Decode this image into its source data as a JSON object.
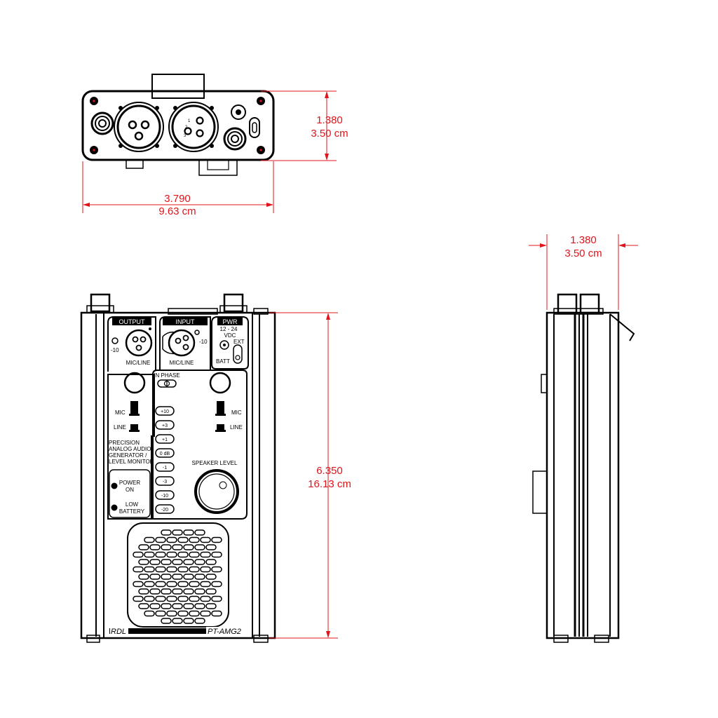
{
  "dimensions": {
    "front_height_in": "1.380",
    "front_height_cm": "3.50 cm",
    "front_width_in": "3.790",
    "front_width_cm": "9.63 cm",
    "side_depth_in": "1.380",
    "side_depth_cm": "3.50 cm",
    "top_height_in": "6.350",
    "top_height_cm": "16.13 cm"
  },
  "panel": {
    "output_label": "OUTPUT",
    "input_label": "INPUT",
    "pwr_label": "PWR",
    "output_minus10": "-10",
    "input_minus10": "-10",
    "output_micline": "MIC/LINE",
    "input_micline": "MIC/LINE",
    "pwr_voltage": "12 - 24",
    "pwr_vdc": "VDC",
    "pwr_ext": "EXT",
    "pwr_batt": "BATT",
    "in_phase": "IN PHASE",
    "mic_left": "MIC",
    "line_left": "LINE",
    "mic_right": "MIC",
    "line_right": "LINE",
    "description": [
      "PRECISION",
      "ANALOG AUDIO",
      "GENERATOR /",
      "LEVEL MONITOR"
    ],
    "power_on": [
      "POWER",
      "ON"
    ],
    "low_battery": [
      "LOW",
      "BATTERY"
    ],
    "speaker_level": "SPEAKER LEVEL",
    "meter": [
      "+10",
      "+3",
      "+1",
      "0 dB",
      "-1",
      "-3",
      "-10",
      "-20"
    ],
    "brand": "RDL",
    "model": "PT-AMG2"
  },
  "xlr_pins": [
    "1",
    "2",
    "3"
  ],
  "colors": {
    "dimension": "#e0141b",
    "line": "#000000"
  }
}
